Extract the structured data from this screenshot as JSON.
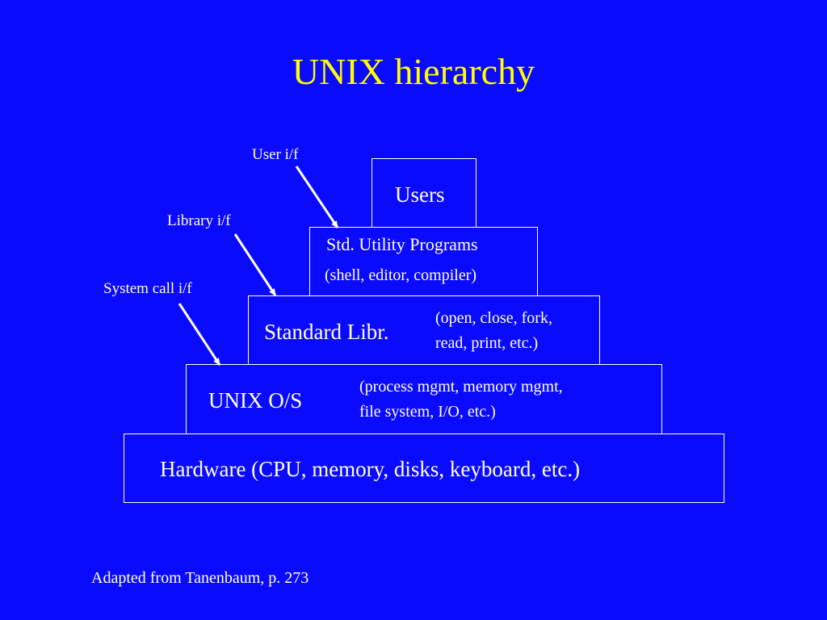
{
  "title": "UNIX hierarchy",
  "layers": {
    "users": {
      "label": "Users"
    },
    "utility": {
      "label": "Std. Utility Programs",
      "detail": "(shell, editor, compiler)"
    },
    "stdlib": {
      "label": "Standard Libr.",
      "detail_line1": "(open, close, fork,",
      "detail_line2": "read, print, etc.)"
    },
    "os": {
      "label": "UNIX O/S",
      "detail_line1": "(process mgmt, memory mgmt,",
      "detail_line2": "file system, I/O, etc.)"
    },
    "hardware": {
      "label": "Hardware (CPU, memory, disks, keyboard, etc.)"
    }
  },
  "interfaces": {
    "user": "User i/f",
    "library": "Library i/f",
    "syscall": "System call i/f"
  },
  "footer": "Adapted from Tanenbaum, p. 273",
  "colors": {
    "background": "#0a0aff",
    "title": "#ffff00",
    "text": "#ffffff",
    "lines": "#ffffff"
  }
}
